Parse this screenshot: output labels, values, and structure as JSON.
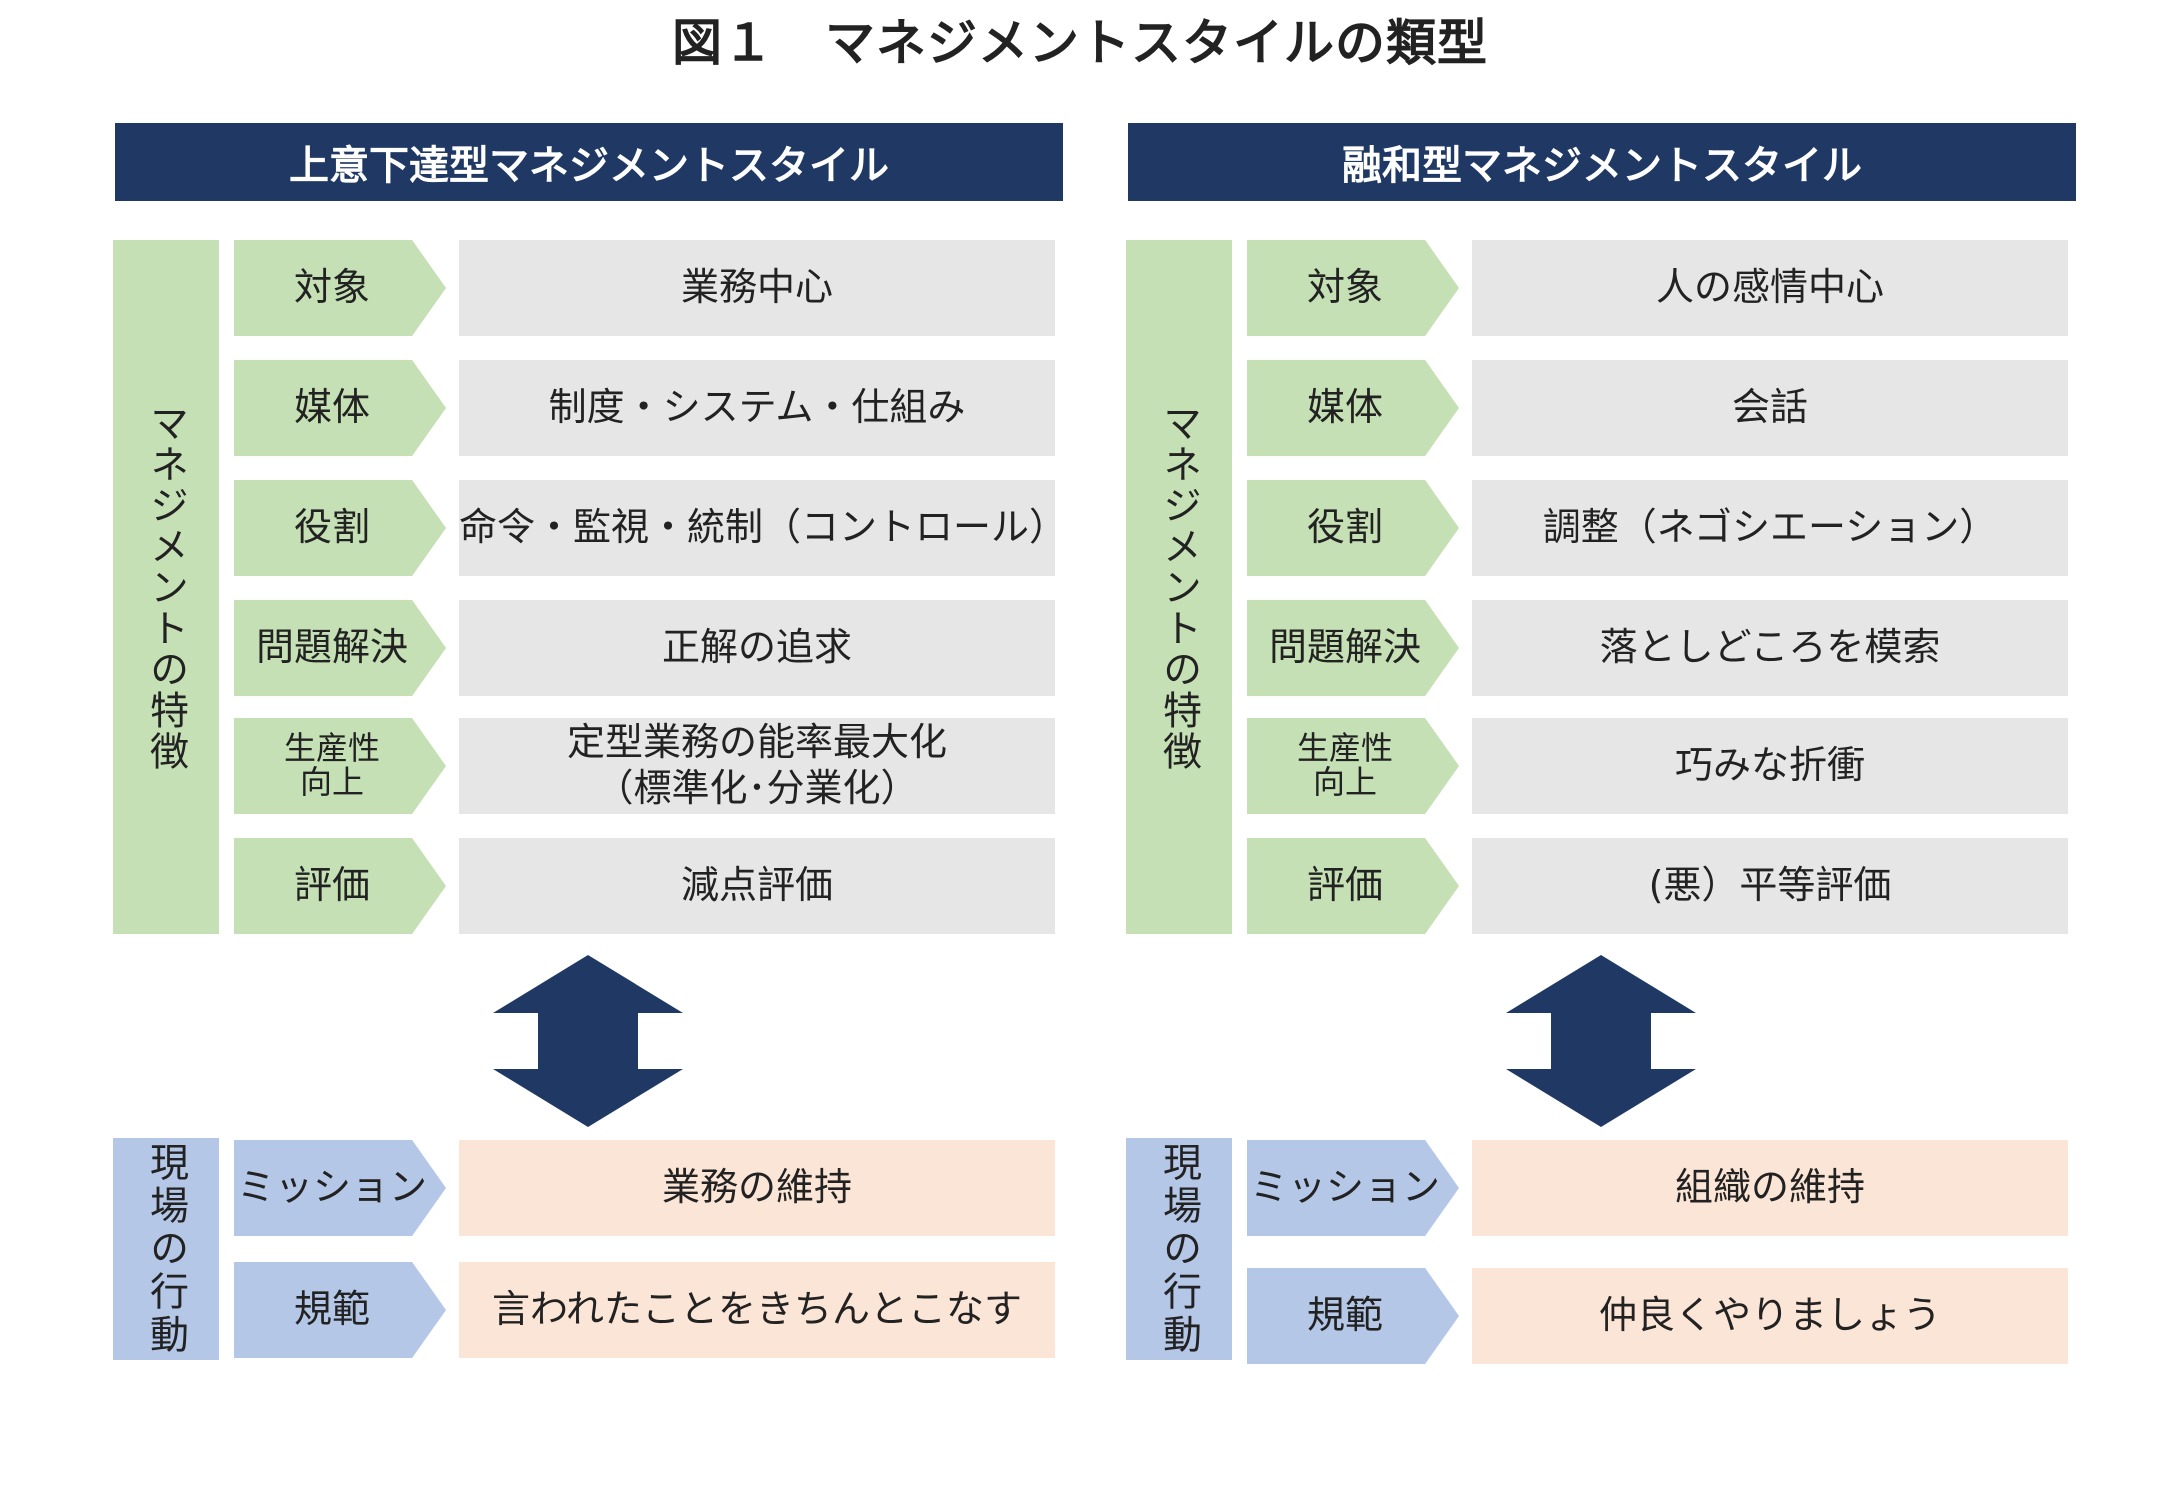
{
  "figure_title": "図１　マネジメントスタイルの類型",
  "colors": {
    "header_bg": "#1f3864",
    "feature_green": "#c5e0b4",
    "behavior_blue": "#b4c7e7",
    "value_gray": "#e7e6e6",
    "value_peach": "#fbe5d6",
    "arrow_navy": "#1f3864"
  },
  "left": {
    "header": "上意下達型マネジメントスタイル",
    "features_label": "マネジメントの特徴",
    "features": [
      {
        "label": "対象",
        "value": "業務中心"
      },
      {
        "label": "媒体",
        "value": "制度・システム・仕組み"
      },
      {
        "label": "役割",
        "value": "命令・監視・統制（コントロール）"
      },
      {
        "label": "問題解決",
        "value": "正解の追求"
      },
      {
        "label": "生産性\n向上",
        "value": "定型業務の能率最大化\n（標準化･分業化）"
      },
      {
        "label": "評価",
        "value": "減点評価"
      }
    ],
    "behavior_label": "現場の行動",
    "behavior": [
      {
        "label": "ミッション",
        "value": "業務の維持"
      },
      {
        "label": "規範",
        "value": "言われたことをきちんとこなす"
      }
    ]
  },
  "right": {
    "header": "融和型マネジメントスタイル",
    "features_label": "マネジメントの特徴",
    "features": [
      {
        "label": "対象",
        "value": "人の感情中心"
      },
      {
        "label": "媒体",
        "value": "会話"
      },
      {
        "label": "役割",
        "value": "調整（ネゴシエーション）"
      },
      {
        "label": "問題解決",
        "value": "落としどころを模索"
      },
      {
        "label": "生産性\n向上",
        "value": "巧みな折衝"
      },
      {
        "label": "評価",
        "value": "(悪）平等評価"
      }
    ],
    "behavior_label": "現場の行動",
    "behavior": [
      {
        "label": "ミッション",
        "value": "組織の維持"
      },
      {
        "label": "規範",
        "value": "仲良くやりましょう"
      }
    ]
  }
}
